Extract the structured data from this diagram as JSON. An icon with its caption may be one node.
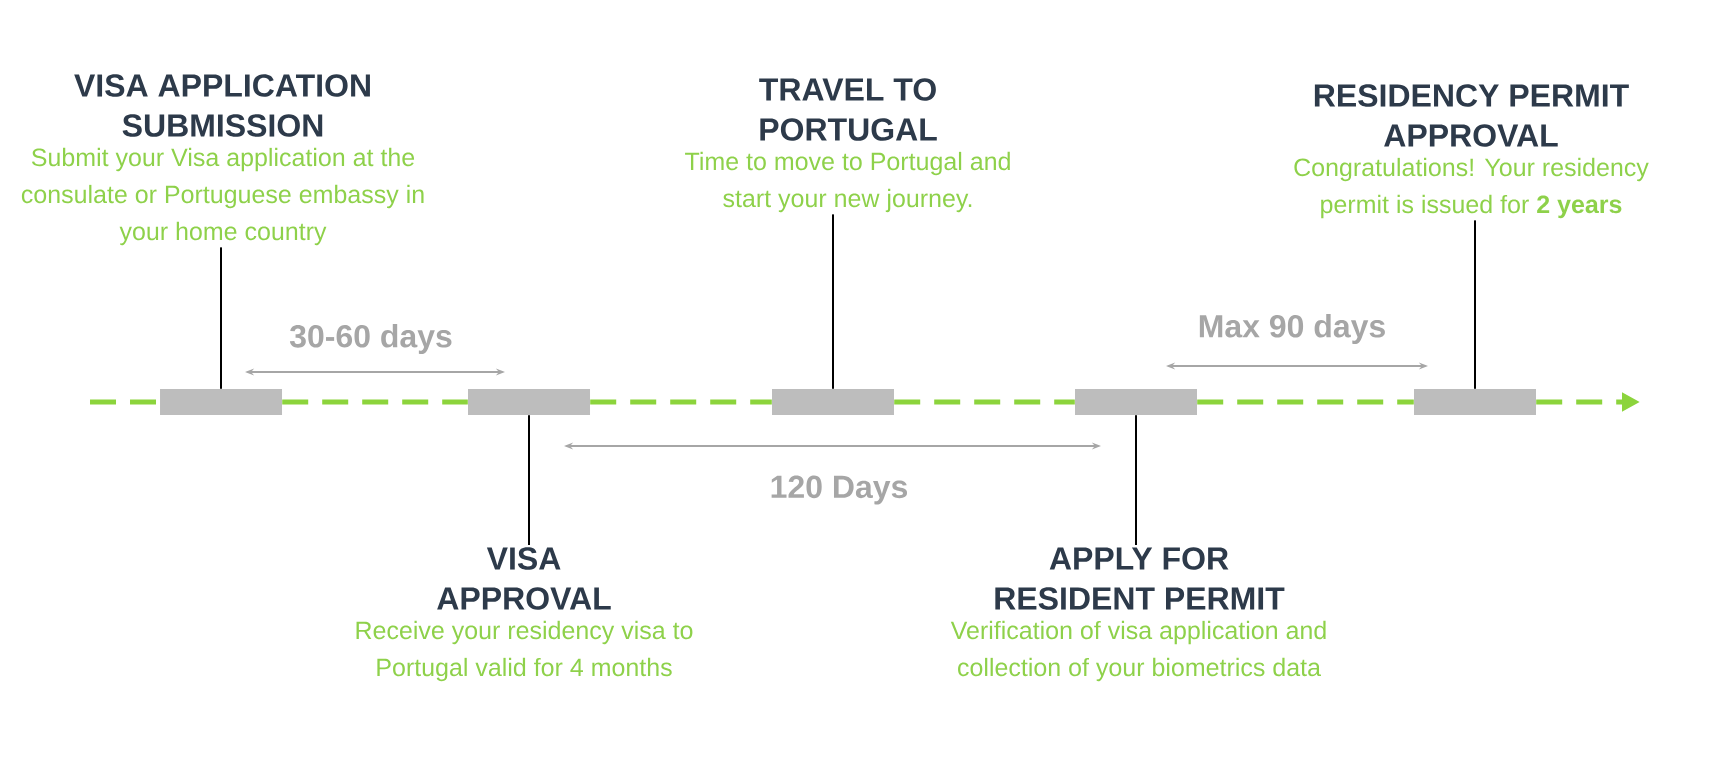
{
  "diagram": {
    "nodes": [
      {
        "text": [
          "VISA APPLICATION SUBMISSION",
          "Submit your Visa application at the consulate or Portuguese embassy in your home country"
        ]
      },
      {
        "text": [
          "VISA APPROVAL",
          "Receive your residency visa to Portugal valid for 4 months"
        ]
      },
      {
        "text": [
          "TRAVEL TO PORTUGAL",
          "Time to move to Portugal and start your new journey."
        ]
      },
      {
        "text": [
          "APPLY FOR RESIDENT PERMIT",
          "Verification of visa application and collection of your biometrics data"
        ]
      },
      {
        "text": [
          "RESIDENCY PERMIT APPROVAL",
          "Congratulations! Your residency permit is issued for **2 years**"
        ]
      },
      {
        "text": [],
        "shape": "bar"
      },
      {
        "text": [],
        "shape": "bar"
      },
      {
        "text": [],
        "shape": "bar"
      },
      {
        "text": [],
        "shape": "bar"
      },
      {
        "text": [],
        "shape": "bar"
      }
    ],
    "edges": [
      {
        "from": 0,
        "to": 5,
        "arrow": "none",
        "color": "#000000"
      },
      {
        "from": 1,
        "to": 6,
        "arrow": "none",
        "color": "#000000"
      },
      {
        "from": 2,
        "to": 7,
        "arrow": "none",
        "color": "#000000"
      },
      {
        "from": 3,
        "to": 8,
        "arrow": "none",
        "color": "#000000"
      },
      {
        "from": 4,
        "to": 9,
        "arrow": "none",
        "color": "#000000"
      },
      {
        "from": null,
        "to": 5,
        "arrow": "none",
        "style": "dashed",
        "color": "#8cd43c"
      },
      {
        "from": 5,
        "to": 6,
        "arrow": "none",
        "style": "dashed",
        "color": "#8cd43c"
      },
      {
        "from": 6,
        "to": 7,
        "arrow": "none",
        "style": "dashed",
        "color": "#8cd43c"
      },
      {
        "from": 7,
        "to": 8,
        "arrow": "none",
        "style": "dashed",
        "color": "#8cd43c"
      },
      {
        "from": 8,
        "to": 9,
        "arrow": "none",
        "style": "dashed",
        "color": "#8cd43c"
      },
      {
        "from": 9,
        "to": null,
        "arrow": "to",
        "style": "dashed",
        "color": "#8cd43c"
      }
    ],
    "labels": [
      "30-60 days",
      "Max 90 days",
      "120 Days"
    ]
  }
}
